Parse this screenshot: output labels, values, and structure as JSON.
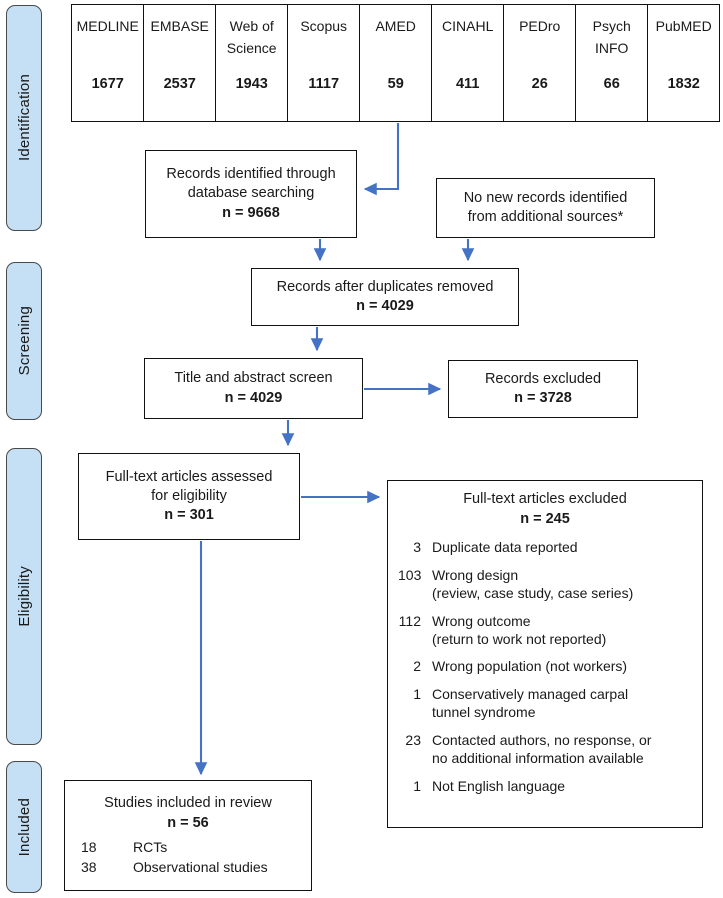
{
  "diagram": {
    "title": "PRISMA flow diagram",
    "accent_arrow_color": "#4472C4",
    "stage_fill_color": "#C5E0F5",
    "box_border_color": "#111111"
  },
  "stages": [
    {
      "label": "Identification"
    },
    {
      "label": "Screening"
    },
    {
      "label": "Eligibility"
    },
    {
      "label": "Included"
    }
  ],
  "databases": [
    {
      "name": "MEDLINE",
      "count": "1677"
    },
    {
      "name": "EMBASE",
      "count": "2537"
    },
    {
      "name": "Web of Science",
      "count": "1943"
    },
    {
      "name": "Scopus",
      "count": "1117"
    },
    {
      "name": "AMED",
      "count": "59"
    },
    {
      "name": "CINAHL",
      "count": "411"
    },
    {
      "name": "PEDro",
      "count": "26"
    },
    {
      "name": "Psych INFO",
      "count": "66"
    },
    {
      "name": "PubMED",
      "count": "1832"
    }
  ],
  "boxes": {
    "records_identified": {
      "line1": "Records identified through",
      "line2": "database searching",
      "n": "n = 9668"
    },
    "additional_sources": {
      "line1": "No new records identified",
      "line2": "from additional sources*"
    },
    "duplicates_removed": {
      "line1": "Records after duplicates removed",
      "n": "n = 4029"
    },
    "title_abstract_screen": {
      "line1": "Title and abstract screen",
      "n": "n = 4029"
    },
    "records_excluded": {
      "line1": "Records excluded",
      "n": "n = 3728"
    },
    "fulltext_assessed": {
      "line1": "Full-text articles assessed",
      "line2": "for eligibility",
      "n": "n = 301"
    },
    "fulltext_excluded": {
      "heading": "Full-text articles excluded",
      "n": "n = 245",
      "reasons": [
        {
          "count": "3",
          "text": "Duplicate data reported",
          "sub": ""
        },
        {
          "count": "103",
          "text": "Wrong design",
          "sub": "(review, case study, case series)"
        },
        {
          "count": "112",
          "text": "Wrong outcome",
          "sub": "(return to work not reported)"
        },
        {
          "count": "2",
          "text": "Wrong population (not workers)",
          "sub": ""
        },
        {
          "count": "1",
          "text": "Conservatively managed carpal",
          "sub": "tunnel syndrome"
        },
        {
          "count": "23",
          "text": "Contacted authors, no response, or",
          "sub": "no additional information available"
        },
        {
          "count": "1",
          "text": "Not English language",
          "sub": ""
        }
      ]
    },
    "studies_included": {
      "heading": "Studies included in review",
      "n": "n = 56",
      "breakdown": [
        {
          "count": "18",
          "label": "RCTs"
        },
        {
          "count": "38",
          "label": "Observational studies"
        }
      ]
    }
  }
}
